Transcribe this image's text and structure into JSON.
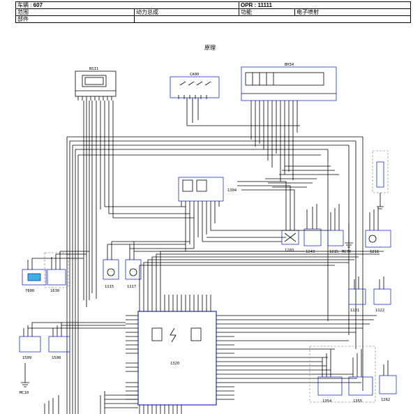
{
  "header": {
    "vehicle_label": "车辆 : ",
    "vehicle_value": "607",
    "opr_label": "OPR : ",
    "opr_value": "11111",
    "scope_label": "范围",
    "scope_value": "动力总成",
    "function_label": "功能",
    "function_value": "电子喷射",
    "part_label": "部件",
    "part_value": ""
  },
  "diagram": {
    "title": "原理",
    "components": {
      "bsi": "BSI1",
      "ca00": "CA00",
      "bh34": "BH34",
      "c1304": "1304",
      "c1203": "1203",
      "c1243": "1243",
      "c1215": "1215",
      "mc70": "MC70",
      "c1211": "1211",
      "c7800": "7800",
      "c1630": "1630",
      "c1115": "1115",
      "c1117": "1117",
      "c1121": "1121",
      "c1122": "1122",
      "c1509": "1509",
      "c1508": "1508",
      "ecu": "1320",
      "mc10": "MC10",
      "c1354": "1354",
      "c1355": "1355",
      "c1262": "1262"
    },
    "colors": {
      "line": "#000000",
      "connector_blue": "#1a2bd6",
      "gray": "#9a9a9a"
    }
  }
}
